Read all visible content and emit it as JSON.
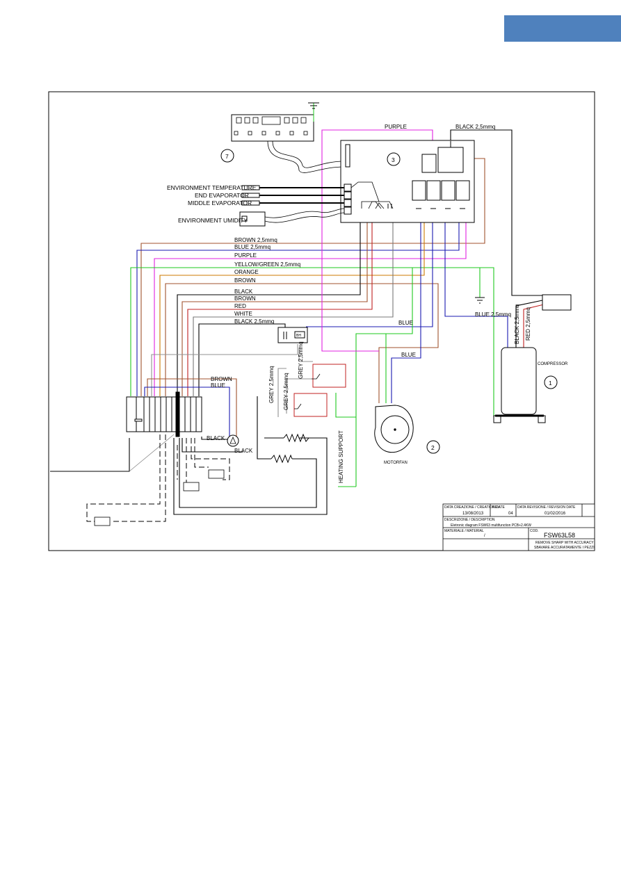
{
  "components": {
    "compressor": {
      "number": "1",
      "label": "COMPRESSOR"
    },
    "motorfan": {
      "number": "2",
      "label": "MOTORFAN"
    },
    "controller": {
      "number": "3"
    },
    "display": {
      "number": "7"
    }
  },
  "sensors": {
    "env_temp": "ENVIRONMENT TEMPERATURE",
    "end_evap": "END EVAPORATOR",
    "mid_evap": "MIDDLE EVAPORATOR",
    "env_humidity": "ENVIRONMENT UMIDITY"
  },
  "wires": {
    "purple_top": "PURPLE",
    "black_top": "BLACK 2,5mmq",
    "brown_25": "BROWN 2,5mmq",
    "blue_25": "BLUE 2,5mmq",
    "purple": "PURPLE",
    "yellow_green": "YELLOW/GREEN 2,5mmq",
    "orange": "ORANGE",
    "brown": "BROWN",
    "black": "BLACK",
    "brown2": "BROWN",
    "red": "RED",
    "white": "WHITE",
    "black_25": "BLACK 2,5mmq",
    "blue_a": "BLUE",
    "blue_b": "BLUE",
    "blue_comp": "BLUE 2,5mmq",
    "black_comp": "BLACK 2,5mmq",
    "red_comp": "RED 2,5mmq",
    "grey_a": "GREY 2,5mmq",
    "grey_b": "GREY 2,5mmq",
    "grey_c": "GREY 2,5mmq",
    "brown_term": "BROWN",
    "blue_term": "BLUE",
    "black_pump": "BLACK",
    "black_pump2": "BLACK"
  },
  "labels": {
    "heating_support": "HEATING SUPPORT",
    "relay": "BH"
  },
  "title_block": {
    "date_label": "DATA CREAZIONE / CREATION DATE",
    "date": "13/08/2013",
    "rev_label": "REV.",
    "rev": "04",
    "rev_date_label": "DATA REVISIONE / REVISION DATE",
    "rev_date": "01/02/2016",
    "desc_label": "DESCRIZIONE / DESCRIPTION",
    "desc": "Eletronic diagram FSW63 multifunction PCB+2.4KW",
    "material_label": "MATERIALE / MATERIAL",
    "material": "/",
    "code_label": "COD.",
    "code": "FSW63L58",
    "note1": "REMOVE SHARP WITH ACCURACY",
    "note2": "SBAVARE ACCURATAMENTE I PEZZI"
  },
  "colors": {
    "accent": "#4f81bd",
    "purple": "#e020e0",
    "brown": "#a0522d",
    "orange": "#cc7a00",
    "blue": "#1a1ab0",
    "green": "#1ec81e",
    "red": "#c02020",
    "grey": "#909090"
  }
}
